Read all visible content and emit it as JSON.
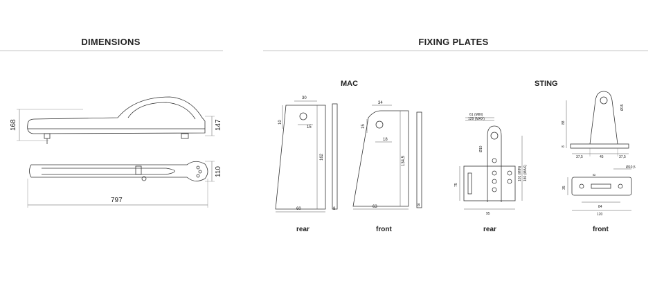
{
  "sections": {
    "dimensions": {
      "title": "DIMENSIONS"
    },
    "fixing_plates": {
      "title": "FIXING PLATES"
    }
  },
  "groups": {
    "mac": "MAC",
    "sting": "STING"
  },
  "captions": {
    "mac_rear": "rear",
    "mac_front": "front",
    "sting_rear": "rear",
    "sting_front": "front"
  },
  "dims": {
    "operator": {
      "height_total": "168",
      "height_body": "147",
      "width_top": "110",
      "length": "797"
    },
    "mac_rear": {
      "top": "30",
      "left": "10",
      "inner": "15",
      "height": "162",
      "bottom": "60",
      "thick": "8"
    },
    "mac_front": {
      "top": "34",
      "left": "15",
      "inner": "18",
      "height": "134,5",
      "bottom": "63",
      "thick": "8"
    },
    "sting_rear": {
      "min_width": "61 (MIN)",
      "max_width": "129 (MAX)",
      "hole": "Ø10",
      "height": "75",
      "vmin": "101 (MIN)",
      "vmax": "180 (MAX)",
      "bottom": "95"
    },
    "sting_front_top": {
      "height": "88",
      "base": "8",
      "hole": "Ø15",
      "seg1": "37,5",
      "seg2": "45",
      "seg3": "37,5"
    },
    "sting_front_bottom": {
      "slot": "8",
      "hole": "Ø10,5",
      "height": "35",
      "inner": "84",
      "total": "120"
    }
  }
}
